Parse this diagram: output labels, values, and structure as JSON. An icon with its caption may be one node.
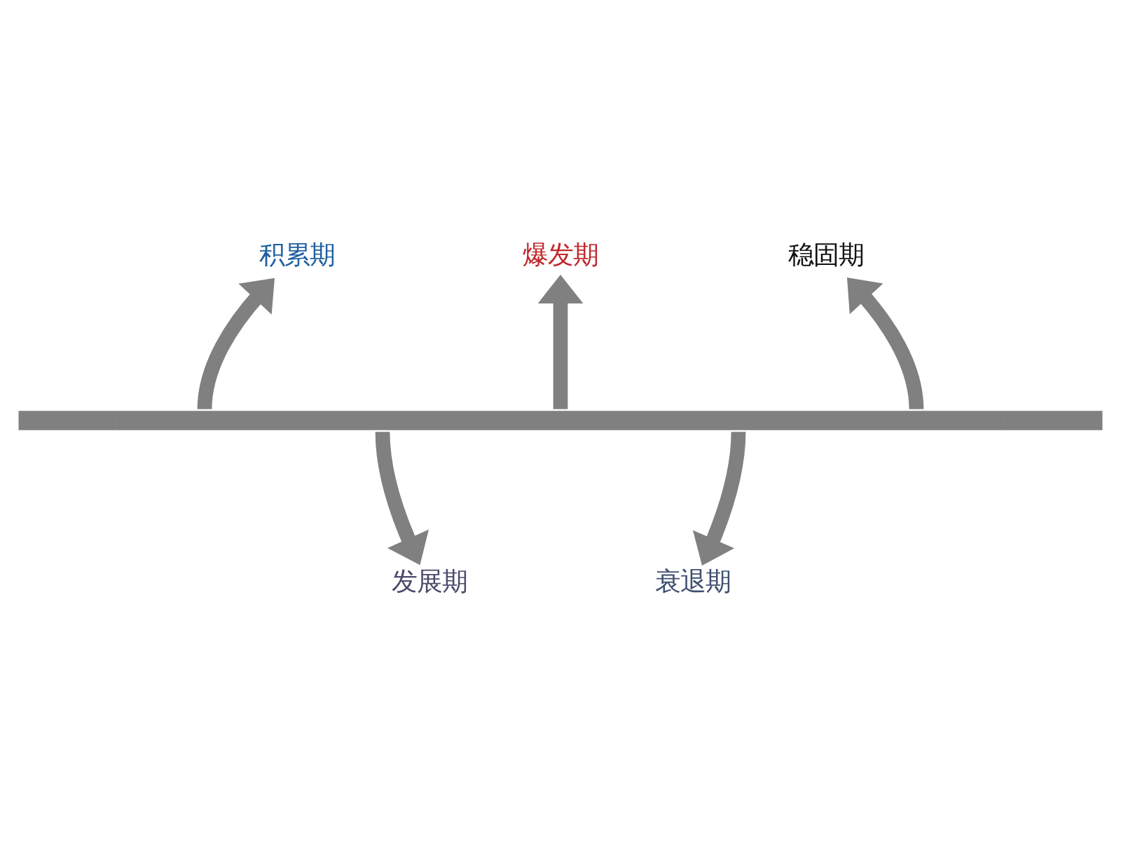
{
  "diagram": {
    "nodes": [
      {
        "text": [],
        "shape": "bar"
      },
      {
        "text": [
          "积累期"
        ]
      },
      {
        "text": [
          "发展期"
        ]
      },
      {
        "text": [
          "爆发期"
        ]
      },
      {
        "text": [
          "衰退期"
        ]
      },
      {
        "text": [
          "稳固期"
        ]
      }
    ],
    "edges": [
      {
        "from": 0,
        "to": 1,
        "arrow": "to"
      },
      {
        "from": 0,
        "to": 2,
        "arrow": "to"
      },
      {
        "from": 0,
        "to": 3,
        "arrow": "to"
      },
      {
        "from": 0,
        "to": 4,
        "arrow": "to"
      },
      {
        "from": 0,
        "to": 5,
        "arrow": "to"
      }
    ]
  }
}
